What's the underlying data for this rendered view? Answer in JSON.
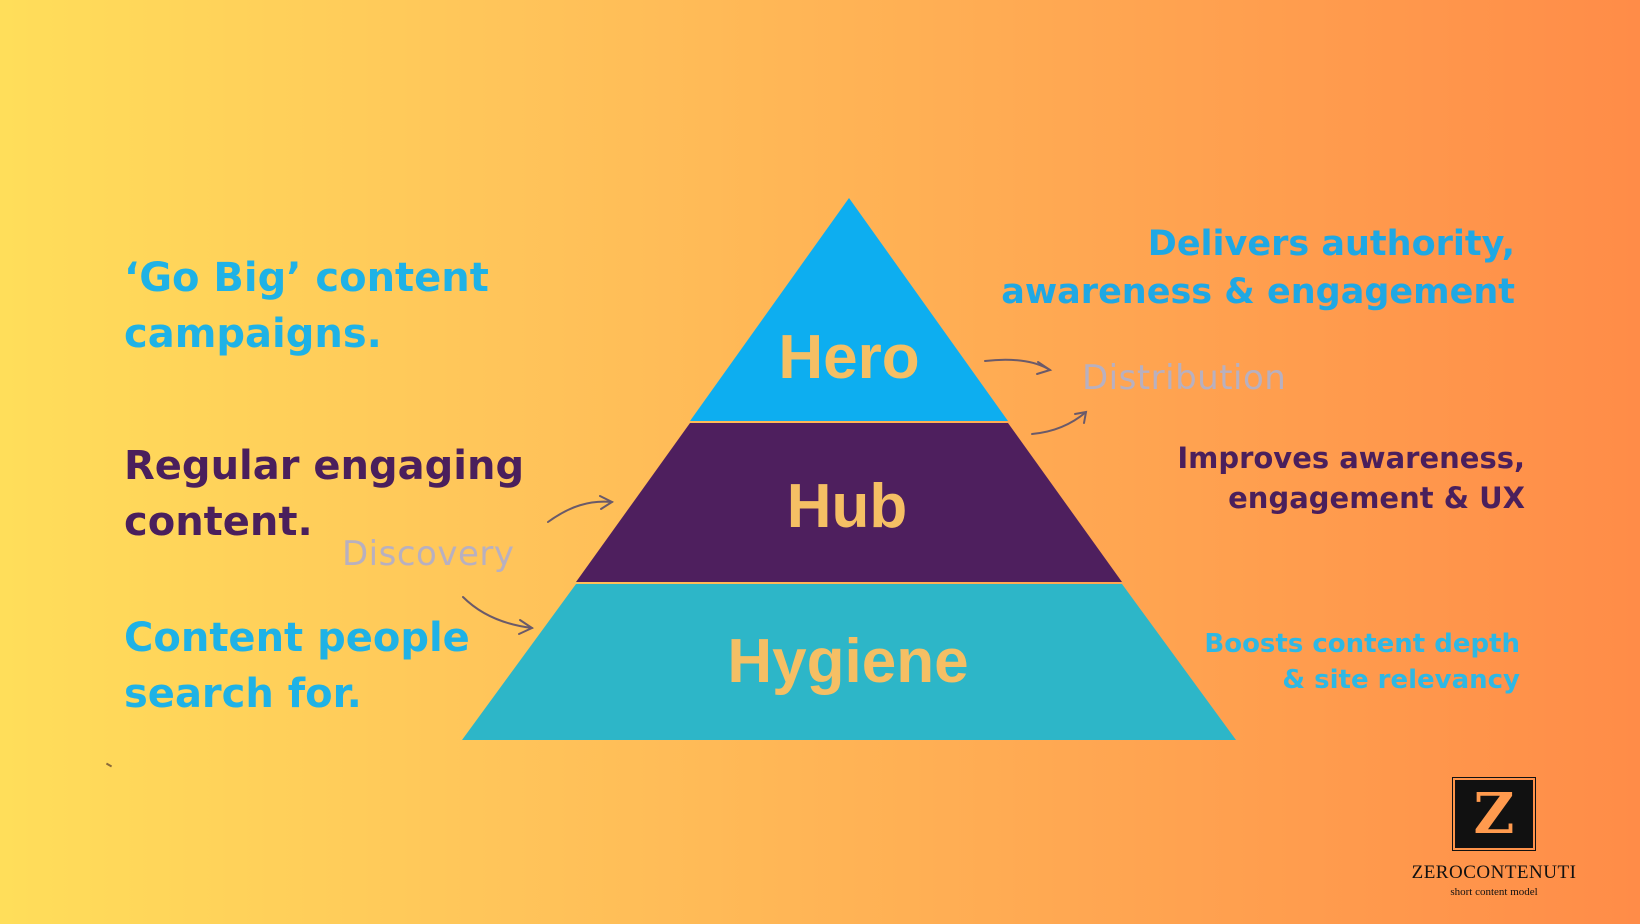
{
  "pyramid": {
    "tiers": [
      {
        "label": "Hero",
        "color": "#0DAEF0"
      },
      {
        "label": "Hub",
        "color": "#4E1F5E"
      },
      {
        "label": "Hygiene",
        "color": "#2DB6C8"
      }
    ],
    "tier_label_color": "#F5BF64"
  },
  "left": {
    "hero_lines": [
      "‘Go Big’ content",
      "campaigns."
    ],
    "hub_lines": [
      "Regular engaging",
      "content."
    ],
    "hygiene_lines": [
      "Content people",
      "search for."
    ]
  },
  "right": {
    "hero_lines": [
      "Delivers authority,",
      "awareness & engagement"
    ],
    "hub_lines": [
      "Improves awareness,",
      "engagement & UX"
    ],
    "hygiene_lines": [
      "Boosts content depth",
      "& site relevancy"
    ]
  },
  "flows": {
    "discovery": "Discovery",
    "distribution": "Distribution"
  },
  "logo": {
    "letter": "Z",
    "name": "ZEROCONTENUTI",
    "tagline": "short content model"
  },
  "colors": {
    "accent_blue": "#1FB2E6",
    "accent_purple": "#4A1F5C",
    "flow_gray": "#B8B0C0",
    "background_start": "#FFDE5A",
    "background_end": "#FF8C48"
  }
}
